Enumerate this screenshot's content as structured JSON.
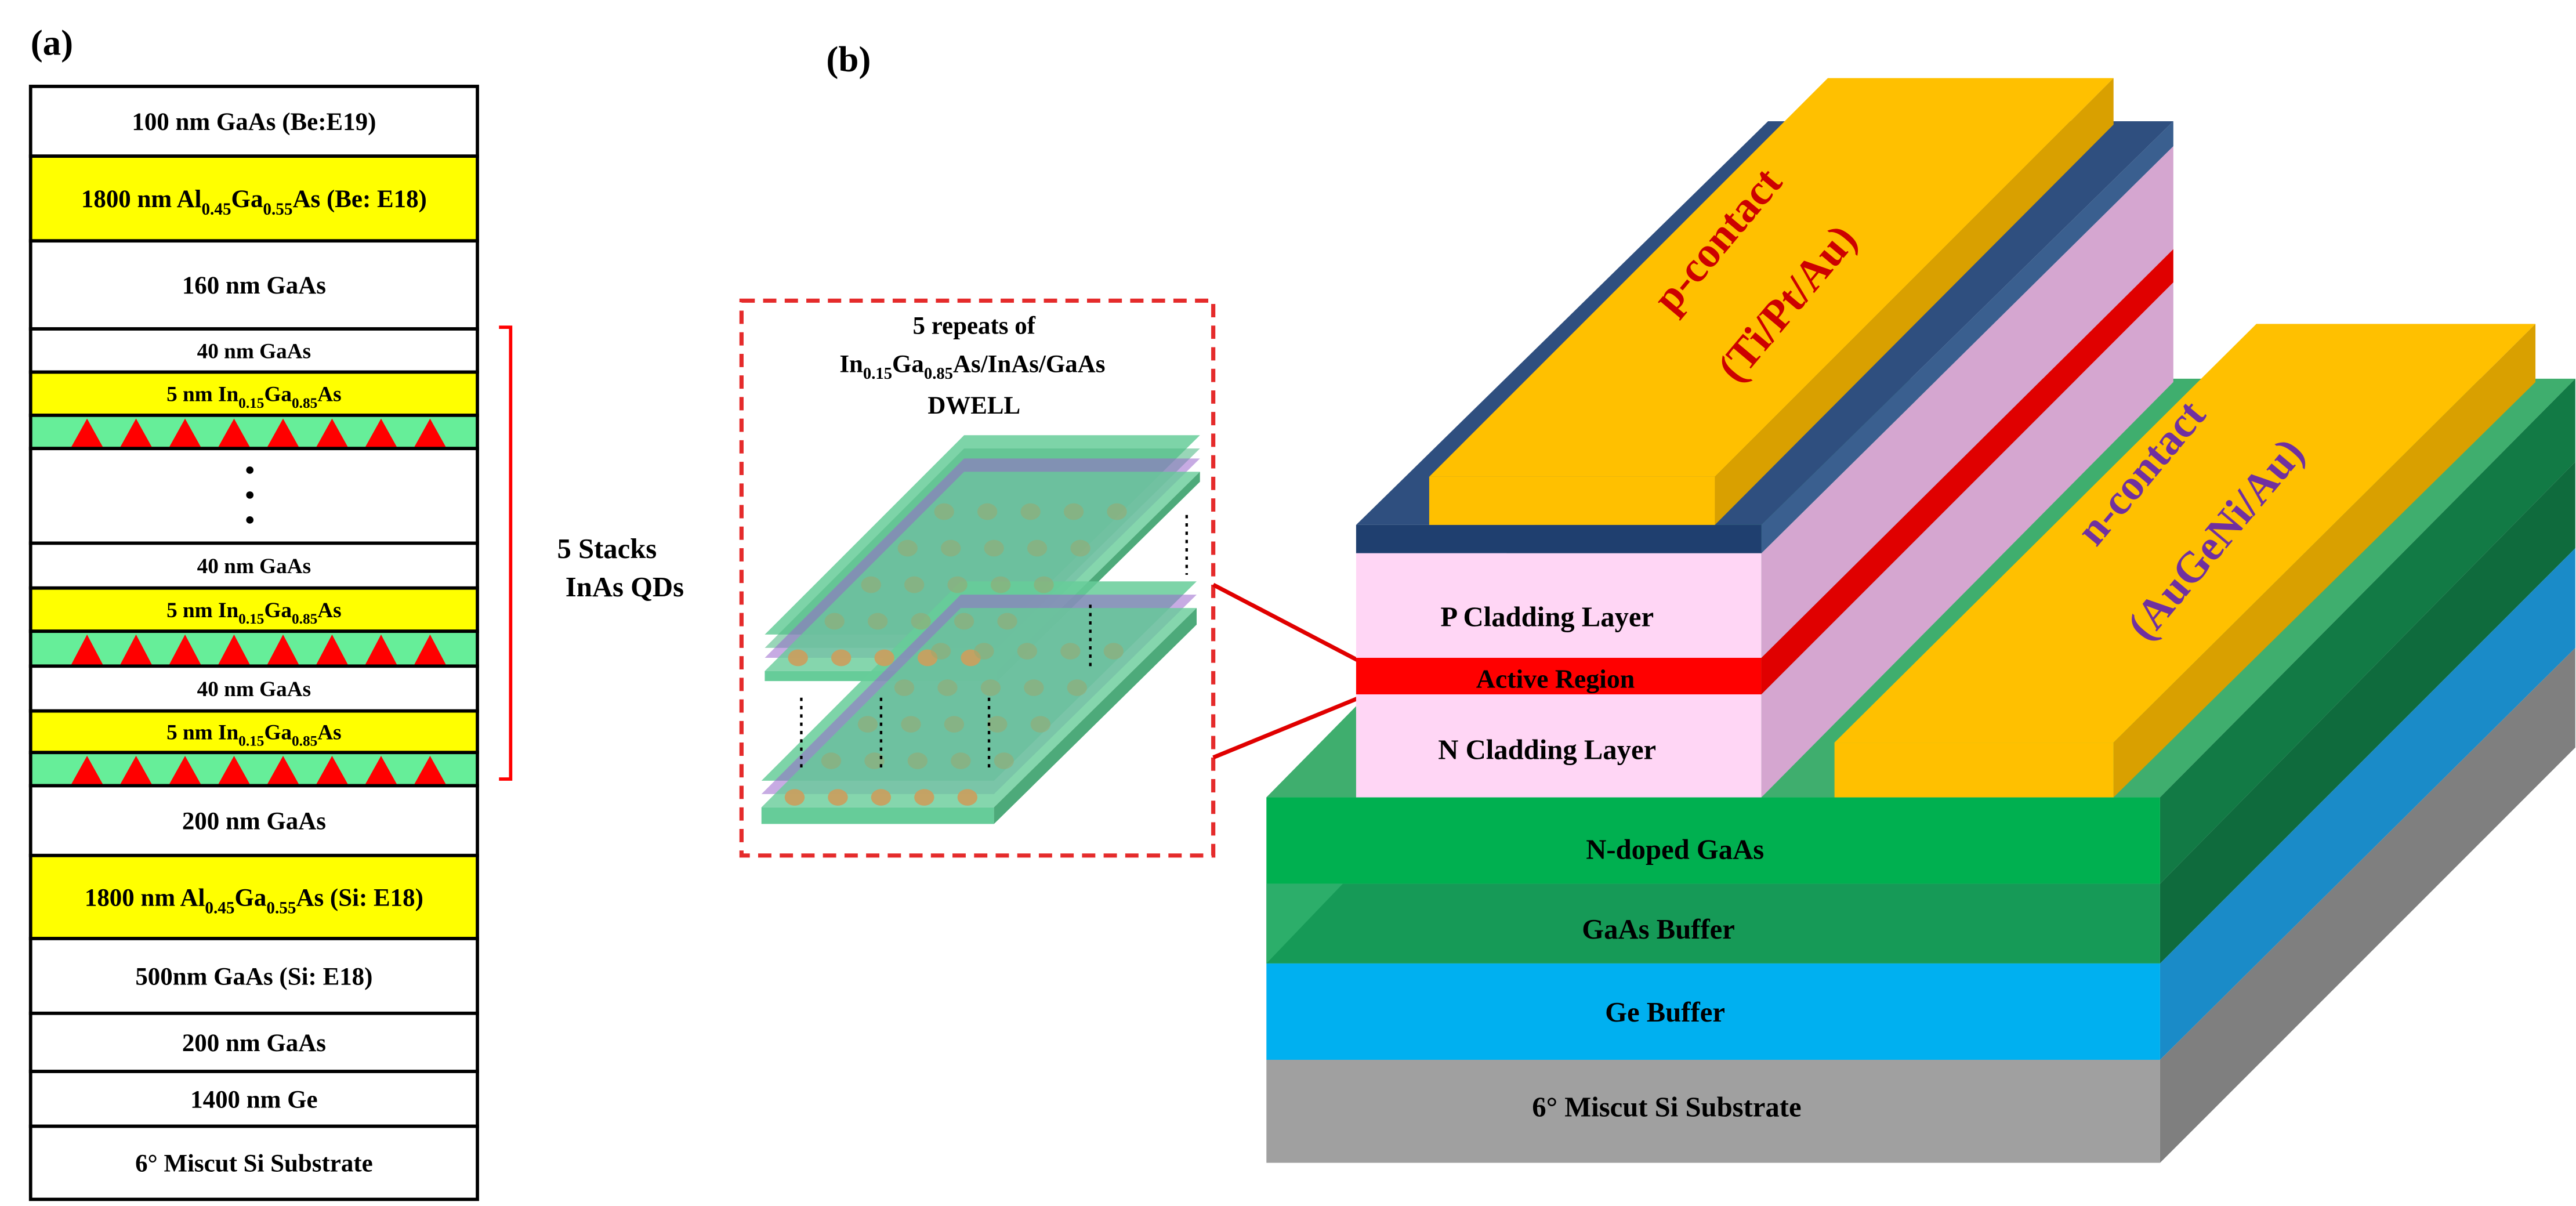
{
  "panel_a": {
    "label": "(a)",
    "layers": [
      {
        "pre": "100 nm GaAs (Be:E19)",
        "color": "#ffffff"
      },
      {
        "pre": "1800 nm Al",
        "sub1": "0.45",
        "mid": "Ga",
        "sub2": "0.55",
        "post": "As (Be: E18)",
        "color": "#ffff00"
      },
      {
        "pre": "160 nm GaAs",
        "color": "#ffffff"
      },
      {
        "pre": "40 nm GaAs",
        "color": "#ffffff"
      },
      {
        "pre": "5 nm In",
        "sub1": "0.15",
        "mid": "Ga",
        "sub2": "0.85",
        "post": "As",
        "color": "#ffff00"
      },
      {
        "qd_row": true,
        "color": "#66ee99"
      },
      {
        "dots": true,
        "color": "#ffffff"
      },
      {
        "pre": "40 nm GaAs",
        "color": "#ffffff"
      },
      {
        "pre": "5 nm In",
        "sub1": "0.15",
        "mid": "Ga",
        "sub2": "0.85",
        "post": "As",
        "color": "#ffff00"
      },
      {
        "qd_row": true,
        "color": "#66ee99"
      },
      {
        "pre": "40 nm GaAs",
        "color": "#ffffff"
      },
      {
        "pre": "5 nm In",
        "sub1": "0.15",
        "mid": "Ga",
        "sub2": "0.85",
        "post": "As",
        "color": "#ffff00"
      },
      {
        "qd_row": true,
        "color": "#66ee99"
      },
      {
        "pre": "200 nm GaAs",
        "color": "#ffffff"
      },
      {
        "pre": "1800 nm Al",
        "sub1": "0.45",
        "mid": "Ga",
        "sub2": "0.55",
        "post": "As (Si: E18)",
        "color": "#ffff00"
      },
      {
        "pre": "500nm GaAs (Si: E18)",
        "color": "#ffffff"
      },
      {
        "pre": "200 nm GaAs",
        "color": "#ffffff"
      },
      {
        "pre": "1400 nm Ge",
        "color": "#ffffff"
      },
      {
        "pre": "6° Miscut Si Substrate",
        "color": "#ffffff"
      }
    ],
    "bracket_label_line1": "5 Stacks",
    "bracket_label_line2": "InAs QDs",
    "qd_color": "#ff0000"
  },
  "panel_b": {
    "label": "(b)",
    "inset_title_line1": "5 repeats of",
    "inset_line2": {
      "pre": "In",
      "sub1": "0.15",
      "mid": "Ga",
      "sub2": "0.85",
      "post": "As/InAs/GaAs"
    },
    "inset_title_line3": "DWELL",
    "p_contact_line1": "p-contact",
    "p_contact_line2": "(Ti/Pt/Au)",
    "n_contact_line1": "n-contact",
    "n_contact_line2": "(AuGeNi/Au)",
    "p_cladding": "P Cladding Layer",
    "active_region": "Active Region",
    "n_cladding": "N Cladding Layer",
    "n_doped": "N-doped GaAs",
    "gaas_buffer": "GaAs Buffer",
    "ge_buffer": "Ge Buffer",
    "substrate": "6° Miscut Si Substrate",
    "colors": {
      "contact": "#ffc000",
      "contact_side": "#d9a000",
      "p_contact_base": "#2f4f7f",
      "cladding": "#ffd6f5",
      "cladding_side": "#d5a6d0",
      "active": "#ff0000",
      "active_side": "#e00000",
      "n_doped": "#00b050",
      "gaas_buffer": "#169a57",
      "ge_buffer": "#00b0f0",
      "substrate": "#a0a0a0",
      "p_text": "#cc0000",
      "n_text": "#7030a0"
    }
  }
}
